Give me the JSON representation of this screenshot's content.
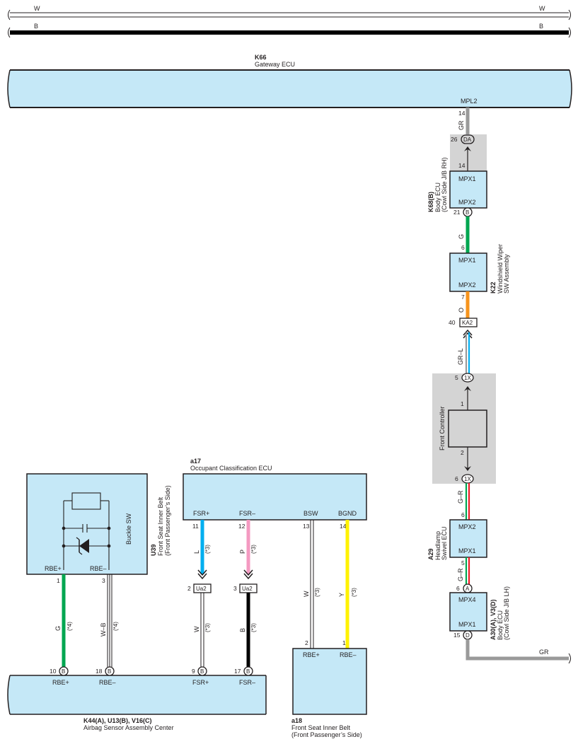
{
  "colors": {
    "component_fill": "#c5e8f7",
    "stroke": "#231f20",
    "gray_fill": "#d4d4d4",
    "wire_W": "#ffffff",
    "wire_B": "#000000",
    "wire_GR": "#9a9a9a",
    "wire_G": "#00a650",
    "wire_O": "#f7941d",
    "wire_L": "#00aeef",
    "wire_P": "#f49ac1",
    "wire_Y": "#fff200",
    "wire_R": "#ed1c24"
  },
  "bus": {
    "w_left": "W",
    "w_right": "W",
    "b_left": "B",
    "b_right": "B"
  },
  "k66": {
    "code": "K66",
    "name": "Gateway ECU",
    "terminal": "MPL2"
  },
  "k66_link": {
    "pin_top": "14",
    "wire_color": "GR",
    "conn": "DA",
    "conn_pin": "26",
    "pin_bottom": "14"
  },
  "k68": {
    "code": "K68(B)",
    "name": "Body ECU",
    "sub": "(Cowl Side J/B RH)",
    "t1": "MPX1",
    "t2": "MPX2",
    "conn": "B",
    "conn_pin": "21"
  },
  "k68_link": {
    "wire_color": "G",
    "pin": "6"
  },
  "k22": {
    "code": "K22",
    "name": "Windshield Wiper",
    "sub": "SW Assembly",
    "t1": "MPX1",
    "t2": "MPX2",
    "pin_out": "7"
  },
  "k22_link": {
    "wire_color": "O",
    "conn": "KA2",
    "conn_pin": "40"
  },
  "fc_link": {
    "wire_color": "GR–L",
    "conn_top": "1X",
    "conn_top_pin": "5",
    "conn_bottom": "1X",
    "conn_bottom_pin": "6"
  },
  "front_controller": {
    "name": "Front Controller",
    "pin_top": "1",
    "pin_bottom": "2"
  },
  "a29_link": {
    "wire_color": "G–R",
    "pin": "6"
  },
  "a29": {
    "code": "A29",
    "name": "Headlamp",
    "sub": "Swivel ECU",
    "t1": "MPX2",
    "t2": "MPX1",
    "pin_out": "5"
  },
  "a30_link": {
    "wire_color": "G–R",
    "conn": "A",
    "conn_pin": "6"
  },
  "a30": {
    "code": "A30(A), V3(D)",
    "name": "Body ECU",
    "sub": "(Cowl Side J/B LH)",
    "t1": "MPX4",
    "t2": "MPX1",
    "conn": "D",
    "conn_pin": "15",
    "gr_label": "GR"
  },
  "u39": {
    "code": "U39",
    "name": "Front Seat Inner Belt",
    "sub": "(Front Passenger’s Side)",
    "switch_label": "Buckle SW",
    "t1": "RBE+",
    "t2": "RBE–",
    "pin1": "1",
    "pin2": "3"
  },
  "a17": {
    "code": "a17",
    "name": "Occupant Classification ECU",
    "terminals": [
      "FSR+",
      "FSR–",
      "BSW",
      "BGND"
    ],
    "pins": [
      "11",
      "12",
      "13",
      "14"
    ]
  },
  "wires": {
    "u39_rbe_plus": {
      "color": "G",
      "note": "(*4)"
    },
    "u39_rbe_minus": {
      "color": "W–B",
      "note": "(*4)"
    },
    "a17_fsr_plus_top": {
      "color": "L",
      "note": "(*3)"
    },
    "a17_fsr_minus_top": {
      "color": "P",
      "note": "(*3)"
    },
    "a17_bsw": {
      "color": "W",
      "note": "(*3)"
    },
    "a17_bgnd": {
      "color": "Y",
      "note": "(*3)"
    },
    "fsr_plus_bottom": {
      "color": "W",
      "note": "(*3)"
    },
    "fsr_minus_bottom": {
      "color": "B",
      "note": "(*3)"
    }
  },
  "ua2": {
    "conn": "Ua2",
    "pin_plus": "2",
    "pin_minus": "3"
  },
  "k44": {
    "code": "K44(A), U13(B), V16(C)",
    "name": "Airbag Sensor Assembly Center",
    "terminals": [
      "RBE+",
      "RBE–",
      "FSR+",
      "FSR–"
    ],
    "pins": [
      "10",
      "18",
      "9",
      "17"
    ],
    "conn": "B"
  },
  "a18": {
    "code": "a18",
    "name": "Front Seat Inner Belt",
    "sub": "(Front Passenger’s Side)",
    "t1": "RBE+",
    "t2": "RBE–",
    "pin1": "2",
    "pin2": "1"
  }
}
